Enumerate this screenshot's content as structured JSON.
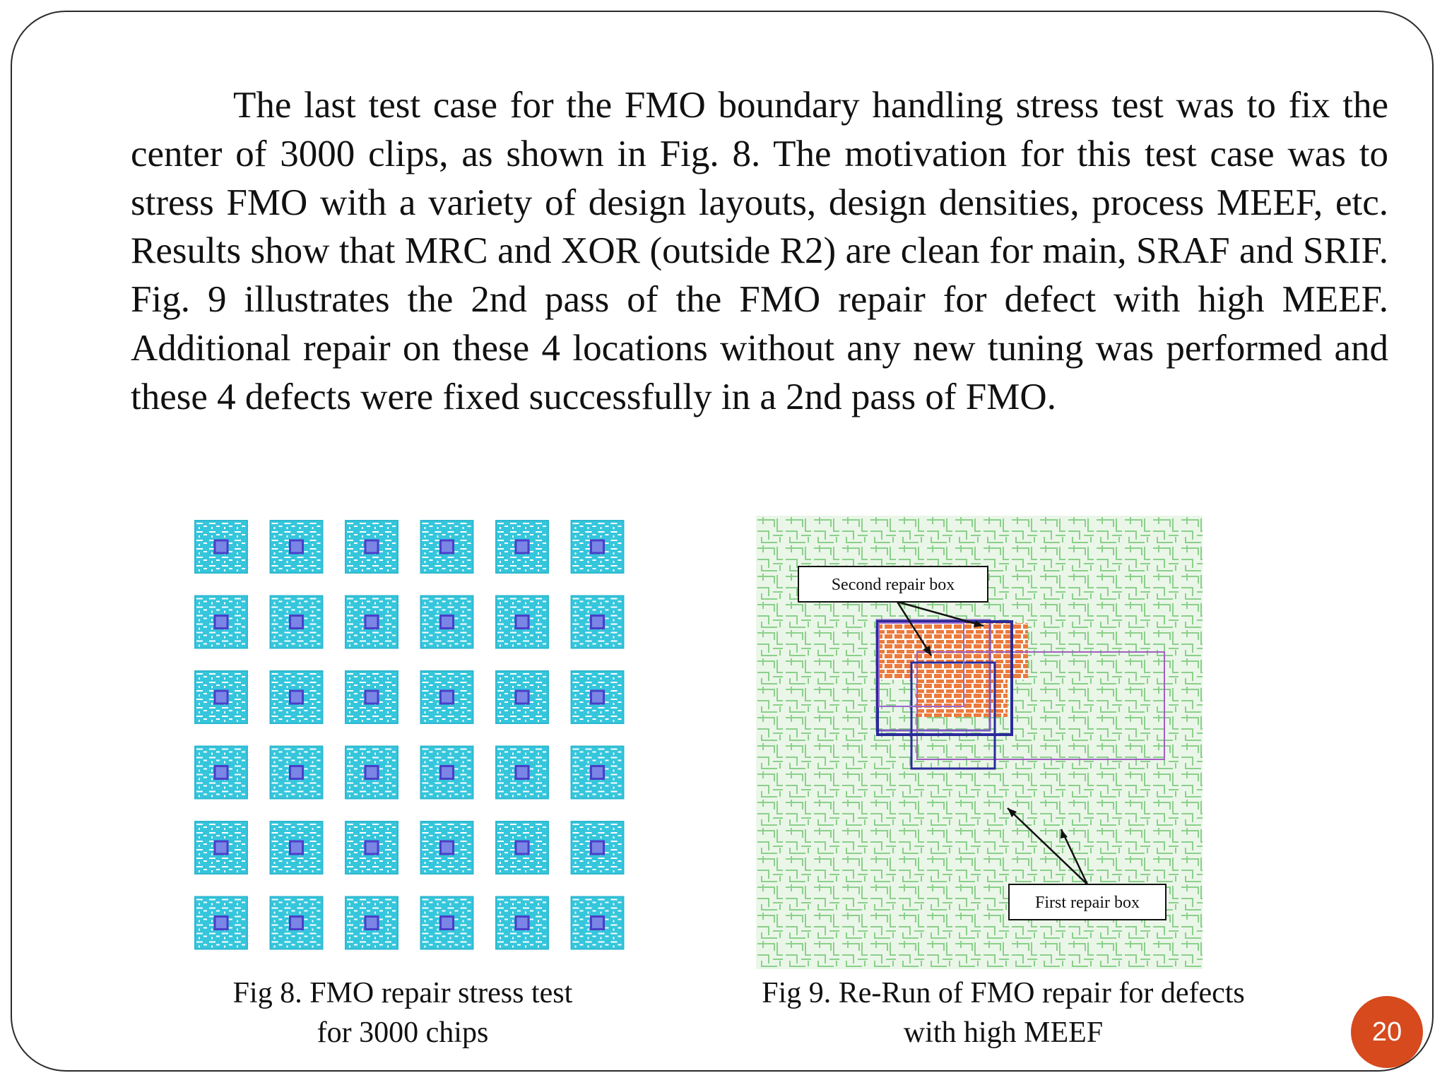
{
  "slide": {
    "paragraph": "The last test case for the FMO boundary handling stress test was to fix the center of 3000 clips, as shown in Fig. 8. The motivation for this test case was to stress FMO with a variety of design layouts, design densities, process MEEF, etc. Results show that MRC and XOR (outside R2) are clean for main, SRAF and SRIF. Fig. 9 illustrates the 2nd pass of the FMO repair for defect with high MEEF. Additional repair on these 4 locations without any new tuning was performed and these 4 defects were fixed successfully in a 2nd pass of FMO.",
    "page_number": "20"
  },
  "fig8": {
    "caption_line1": "Fig 8. FMO repair stress test",
    "caption_line2": "for 3000 chips",
    "grid_rows": 6,
    "grid_cols": 6,
    "colors": {
      "clip": "#35c6dc",
      "repair_box": "#4a3fc8",
      "pattern": "#ffffff"
    }
  },
  "fig9": {
    "caption_line1": "Fig 9. Re-Run of FMO repair for defects",
    "caption_line2": "with high MEEF",
    "label_second": "Second repair box",
    "label_first": "First repair box",
    "colors": {
      "background": "#eaf6e8",
      "maze": "#8bd08b",
      "defect": "#ec7a3c",
      "box_dark": "#2a2a9a",
      "box_light": "#a060c0"
    }
  },
  "colors": {
    "page_badge": "#d64a1e",
    "frame": "#2a2a2a"
  }
}
